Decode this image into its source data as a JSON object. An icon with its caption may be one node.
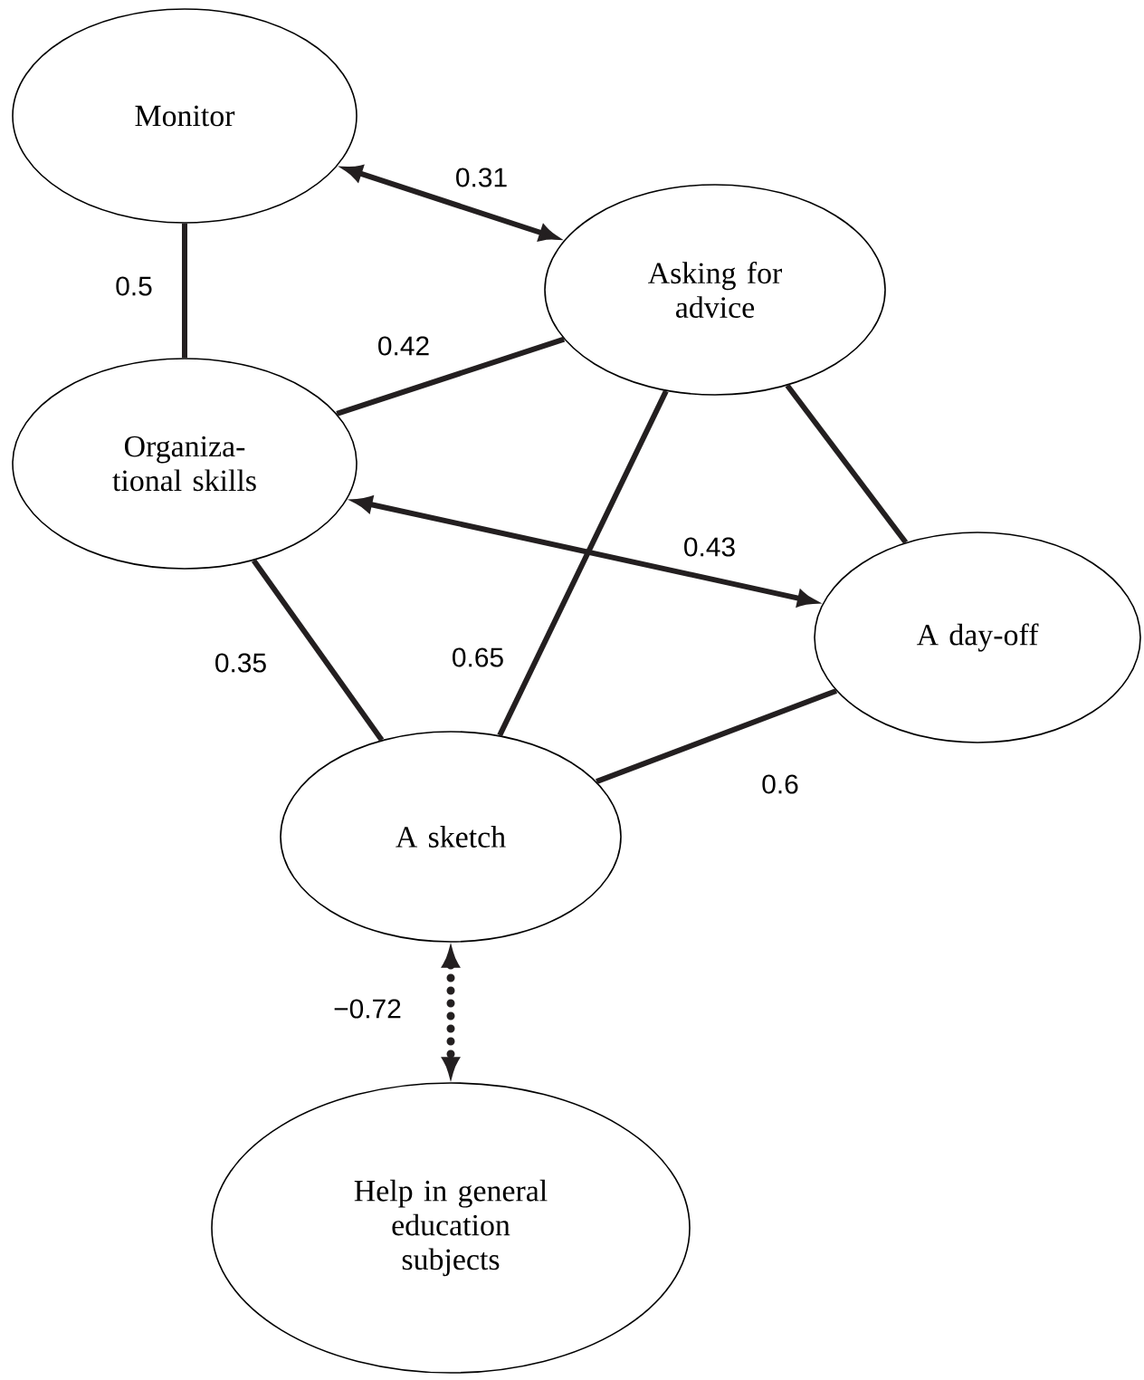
{
  "diagram": {
    "nodes": [
      {
        "text": [
          "Monitor"
        ]
      },
      {
        "text": [
          "Asking for advice"
        ]
      },
      {
        "text": [
          "Organiza- tional skills"
        ]
      },
      {
        "text": [
          "A day-off"
        ]
      },
      {
        "text": [
          "A sketch"
        ]
      },
      {
        "text": [
          "Help in general education subjects"
        ]
      }
    ],
    "edges": [
      {
        "from": 0,
        "to": 1,
        "arrow": "both",
        "label": "0.31"
      },
      {
        "from": 0,
        "to": 2,
        "arrow": "none",
        "label": "0.5"
      },
      {
        "from": 2,
        "to": 1,
        "arrow": "none",
        "label": "0.42"
      },
      {
        "from": 2,
        "to": 3,
        "arrow": "both",
        "label": "0.43"
      },
      {
        "from": 2,
        "to": 4,
        "arrow": "none",
        "label": "0.35"
      },
      {
        "from": 4,
        "to": 1,
        "arrow": "none",
        "label": "0.65"
      },
      {
        "from": 1,
        "to": 3,
        "arrow": "none"
      },
      {
        "from": 4,
        "to": 3,
        "arrow": "none",
        "label": "0.6"
      },
      {
        "from": 4,
        "to": 5,
        "arrow": "both",
        "label": "−0.72",
        "style": "dashed"
      }
    ]
  }
}
